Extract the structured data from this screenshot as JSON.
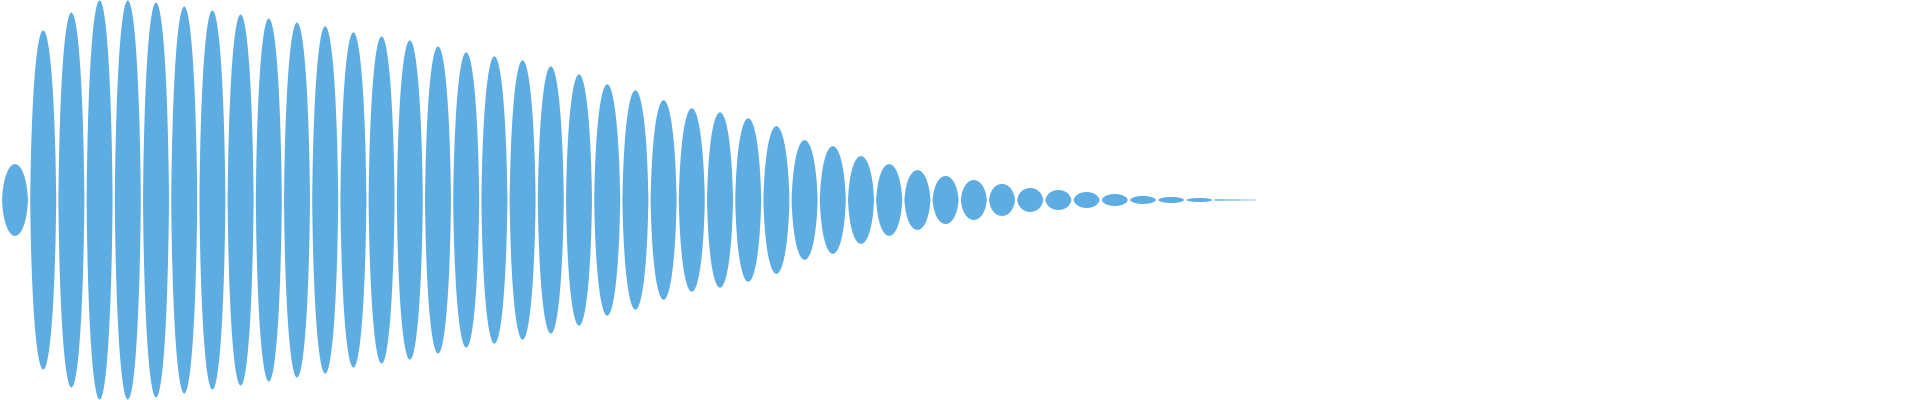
{
  "waveform": {
    "fill_color": "#5DADE2",
    "background_color": "#FFFFFF",
    "lobe_count": 43,
    "peak_levels": [
      0.18,
      0.85,
      0.94,
      1.0,
      1.0,
      0.99,
      0.97,
      0.95,
      0.93,
      0.91,
      0.89,
      0.87,
      0.84,
      0.82,
      0.8,
      0.77,
      0.74,
      0.72,
      0.7,
      0.67,
      0.63,
      0.58,
      0.55,
      0.5,
      0.46,
      0.44,
      0.41,
      0.37,
      0.3,
      0.27,
      0.22,
      0.18,
      0.15,
      0.12,
      0.1,
      0.08,
      0.06,
      0.05,
      0.04,
      0.03,
      0.02,
      0.015,
      0.01
    ],
    "tail_level": 0.004
  }
}
